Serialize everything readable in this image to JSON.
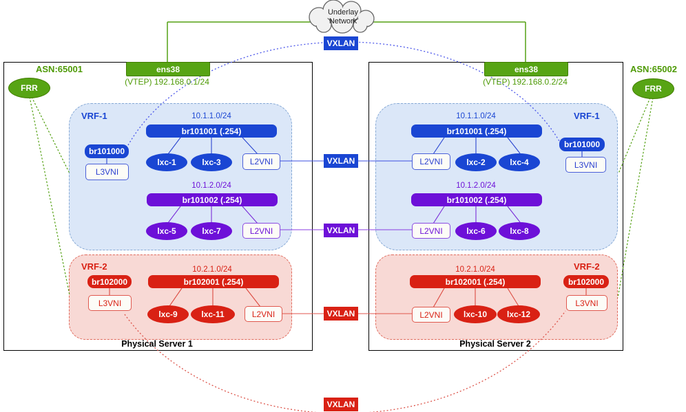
{
  "underlay": {
    "line1": "Underlay",
    "line2": "Network"
  },
  "vxlan": {
    "label": "VXLAN"
  },
  "servers": [
    {
      "name": "Physical Server 1",
      "asn": "ASN:65001",
      "router": "FRR",
      "nic": "ens38",
      "vtep": "(VTEP) 192.168.0.1/24",
      "vrf1": {
        "label": "VRF-1",
        "l3_bridge": "br101000",
        "l3vni": "L3VNI",
        "subnet1": {
          "cidr": "10.1.1.0/24",
          "bridge": "br101001 (.254)",
          "lxc_a": "lxc-1",
          "lxc_b": "lxc-3",
          "l2vni": "L2VNI"
        },
        "subnet2": {
          "cidr": "10.1.2.0/24",
          "bridge": "br101002 (.254)",
          "lxc_a": "lxc-5",
          "lxc_b": "lxc-7",
          "l2vni": "L2VNI"
        }
      },
      "vrf2": {
        "label": "VRF-2",
        "l3_bridge": "br102000",
        "l3vni": "L3VNI",
        "subnet1": {
          "cidr": "10.2.1.0/24",
          "bridge": "br102001 (.254)",
          "lxc_a": "lxc-9",
          "lxc_b": "lxc-11",
          "l2vni": "L2VNI"
        }
      }
    },
    {
      "name": "Physical Server 2",
      "asn": "ASN:65002",
      "router": "FRR",
      "nic": "ens38",
      "vtep": "(VTEP) 192.168.0.2/24",
      "vrf1": {
        "label": "VRF-1",
        "l3_bridge": "br101000",
        "l3vni": "L3VNI",
        "subnet1": {
          "cidr": "10.1.1.0/24",
          "bridge": "br101001 (.254)",
          "lxc_a": "lxc-2",
          "lxc_b": "lxc-4",
          "l2vni": "L2VNI"
        },
        "subnet2": {
          "cidr": "10.1.2.0/24",
          "bridge": "br101002 (.254)",
          "lxc_a": "lxc-6",
          "lxc_b": "lxc-8",
          "l2vni": "L2VNI"
        }
      },
      "vrf2": {
        "label": "VRF-2",
        "l3_bridge": "br102000",
        "l3vni": "L3VNI",
        "subnet1": {
          "cidr": "10.2.1.0/24",
          "bridge": "br102001 (.254)",
          "lxc_a": "lxc-10",
          "lxc_b": "lxc-12",
          "l2vni": "L2VNI"
        }
      }
    }
  ],
  "colors": {
    "underlay_green": "#57a414",
    "vrf1_blue": "#1a46d3",
    "subnet2_purple": "#6d10d8",
    "vrf2_red": "#d92114"
  }
}
